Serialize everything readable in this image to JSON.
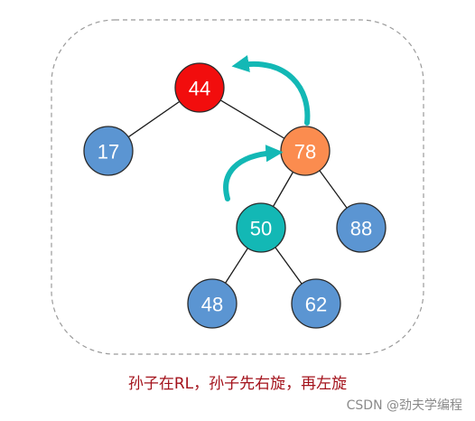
{
  "diagram": {
    "caption": "孙子在RL，孙子先右旋，再左旋",
    "credit": "CSDN @劲夫学编程",
    "colors": {
      "root": "#f20d0d",
      "parent": "#fb8c4f",
      "grandchild": "#13b8b5",
      "leaf": "#5b95d2",
      "arrow": "#13b8b5",
      "caption": "#a3121b",
      "frame": "#9a9a9a"
    },
    "nodes": [
      {
        "id": "n44",
        "label": "44",
        "role": "root"
      },
      {
        "id": "n17",
        "label": "17",
        "role": "leaf"
      },
      {
        "id": "n78",
        "label": "78",
        "role": "parent"
      },
      {
        "id": "n50",
        "label": "50",
        "role": "grandchild"
      },
      {
        "id": "n88",
        "label": "88",
        "role": "leaf"
      },
      {
        "id": "n48",
        "label": "48",
        "role": "leaf"
      },
      {
        "id": "n62",
        "label": "62",
        "role": "leaf"
      }
    ],
    "edges": [
      [
        "n44",
        "n17"
      ],
      [
        "n44",
        "n78"
      ],
      [
        "n78",
        "n50"
      ],
      [
        "n78",
        "n88"
      ],
      [
        "n50",
        "n48"
      ],
      [
        "n50",
        "n62"
      ]
    ],
    "rotation_arrows": [
      {
        "from": "n50",
        "to": "n78"
      },
      {
        "from": "n78",
        "to": "n44"
      }
    ]
  }
}
